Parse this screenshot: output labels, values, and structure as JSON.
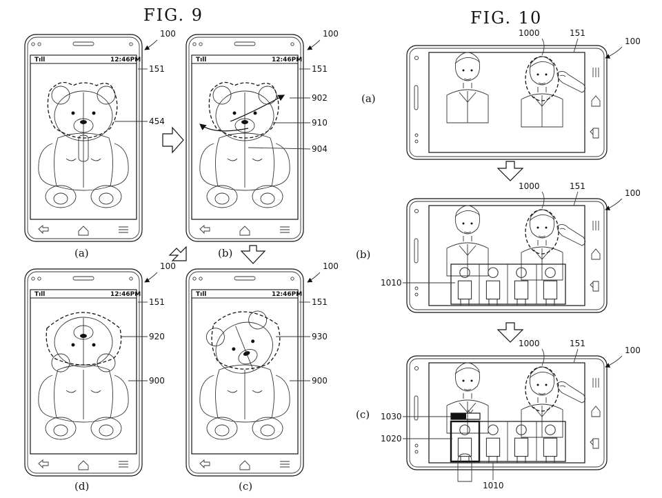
{
  "fig9": {
    "title": "FIG.  9",
    "panels": [
      {
        "sub": "(a)",
        "ref_device": "100",
        "ref_screen": "151",
        "refs": [
          "454"
        ],
        "status_time": "12:46PM"
      },
      {
        "sub": "(b)",
        "ref_device": "100",
        "ref_screen": "151",
        "refs": [
          "902",
          "910",
          "904"
        ],
        "status_time": "12:46PM"
      },
      {
        "sub": "(d)",
        "ref_device": "100",
        "ref_screen": "151",
        "refs": [
          "920",
          "900"
        ],
        "status_time": "12:46PM"
      },
      {
        "sub": "(c)",
        "ref_device": "100",
        "ref_screen": "151",
        "refs": [
          "930",
          "900"
        ],
        "status_time": "12:46PM"
      }
    ]
  },
  "fig10": {
    "title": "FIG.  10",
    "panels": [
      {
        "sub": "(a)",
        "ref_device": "100",
        "ref_screen": "151",
        "ref_face": "1000"
      },
      {
        "sub": "(b)",
        "ref_device": "100",
        "ref_screen": "151",
        "ref_face": "1000",
        "ref_strip": "1010"
      },
      {
        "sub": "(c)",
        "ref_device": "100",
        "ref_screen": "151",
        "ref_face": "1000",
        "ref_bar": "1030",
        "ref_sel": "1020",
        "ref_strip": "1010"
      }
    ]
  }
}
